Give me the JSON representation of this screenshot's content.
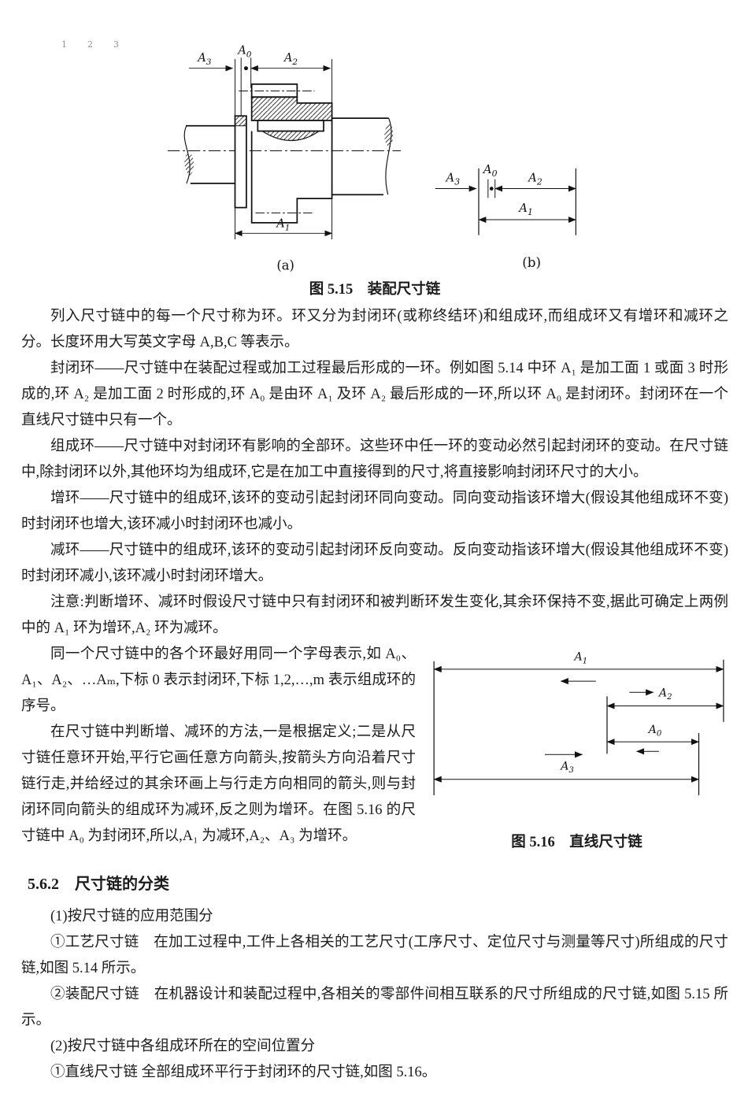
{
  "page": {
    "markers": [
      "1",
      "2",
      "3"
    ]
  },
  "fig515": {
    "caption": "图 5.15　装配尺寸链",
    "a": {
      "label": "(a)",
      "a3": {
        "b": "A",
        "s": "3"
      },
      "a0": {
        "b": "A",
        "s": "0"
      },
      "a2": {
        "b": "A",
        "s": "2"
      },
      "a1": {
        "b": "A",
        "s": "1"
      }
    },
    "b": {
      "label": "(b)",
      "a3": {
        "b": "A",
        "s": "3"
      },
      "a0": {
        "b": "A",
        "s": "0"
      },
      "a2": {
        "b": "A",
        "s": "2"
      },
      "a1": {
        "b": "A",
        "s": "1"
      }
    }
  },
  "body": {
    "p1": "列入尺寸链中的每一个尺寸称为环。环又分为封闭环(或称终结环)和组成环,而组成环又有增环和减环之分。长度环用大写英文字母 A,B,C 等表示。",
    "p2": "封闭环——尺寸链中在装配过程或加工过程最后形成的一环。例如图 5.14 中环 A₁ 是加工面 1 或面 3 时形成的,环 A₂ 是加工面 2 时形成的,环 A₀ 是由环 A₁ 及环 A₂ 最后形成的一环,所以环 A₀ 是封闭环。封闭环在一个直线尺寸链中只有一个。",
    "p3": "组成环——尺寸链中对封闭环有影响的全部环。这些环中任一环的变动必然引起封闭环的变动。在尺寸链中,除封闭环以外,其他环均为组成环,它是在加工中直接得到的尺寸,将直接影响封闭环尺寸的大小。",
    "p4": "增环——尺寸链中的组成环,该环的变动引起封闭环同向变动。同向变动指该环增大(假设其他组成环不变)时封闭环也增大,该环减小时封闭环也减小。",
    "p5": "减环——尺寸链中的组成环,该环的变动引起封闭环反向变动。反向变动指该环增大(假设其他组成环不变)时封闭环减小,该环减小时封闭环增大。",
    "p6": "注意:判断增环、减环时假设尺寸链中只有封闭环和被判断环发生变化,其余环保持不变,据此可确定上两例中的 A₁ 环为增环,A₂ 环为减环。",
    "p7": "同一个尺寸链中的各个环最好用同一个字母表示,如 A₀、A₁、A₂、…Aₘ,下标 0 表示封闭环,下标 1,2,…,m 表示组成环的序号。",
    "p8": "在尺寸链中判断增、减环的方法,一是根据定义;二是从尺寸链任意环开始,平行它画任意方向箭头,按箭头方向沿着尺寸链行走,并给经过的其余环画上与行走方向相同的箭头,则与封闭环同向箭头的组成环为减环,反之则为增环。在图 5.16 的尺寸链中 A₀ 为封闭环,所以,A₁ 为减环,A₂、A₃ 为增环。"
  },
  "fig516": {
    "caption": "图 5.16　直线尺寸链",
    "a1": {
      "b": "A",
      "s": "1"
    },
    "a2": {
      "b": "A",
      "s": "2"
    },
    "a0": {
      "b": "A",
      "s": "0"
    },
    "a3": {
      "b": "A",
      "s": "3"
    }
  },
  "section": {
    "heading": "5.6.2　尺寸链的分类",
    "items": [
      "(1)按尺寸链的应用范围分",
      "①工艺尺寸链　在加工过程中,工件上各相关的工艺尺寸(工序尺寸、定位尺寸与测量等尺寸)所组成的尺寸链,如图 5.14 所示。",
      "②装配尺寸链　在机器设计和装配过程中,各相关的零部件间相互联系的尺寸所组成的尺寸链,如图 5.15 所示。",
      "(2)按尺寸链中各组成环所在的空间位置分",
      "①直线尺寸链 全部组成环平行于封闭环的尺寸链,如图 5.16。"
    ]
  }
}
